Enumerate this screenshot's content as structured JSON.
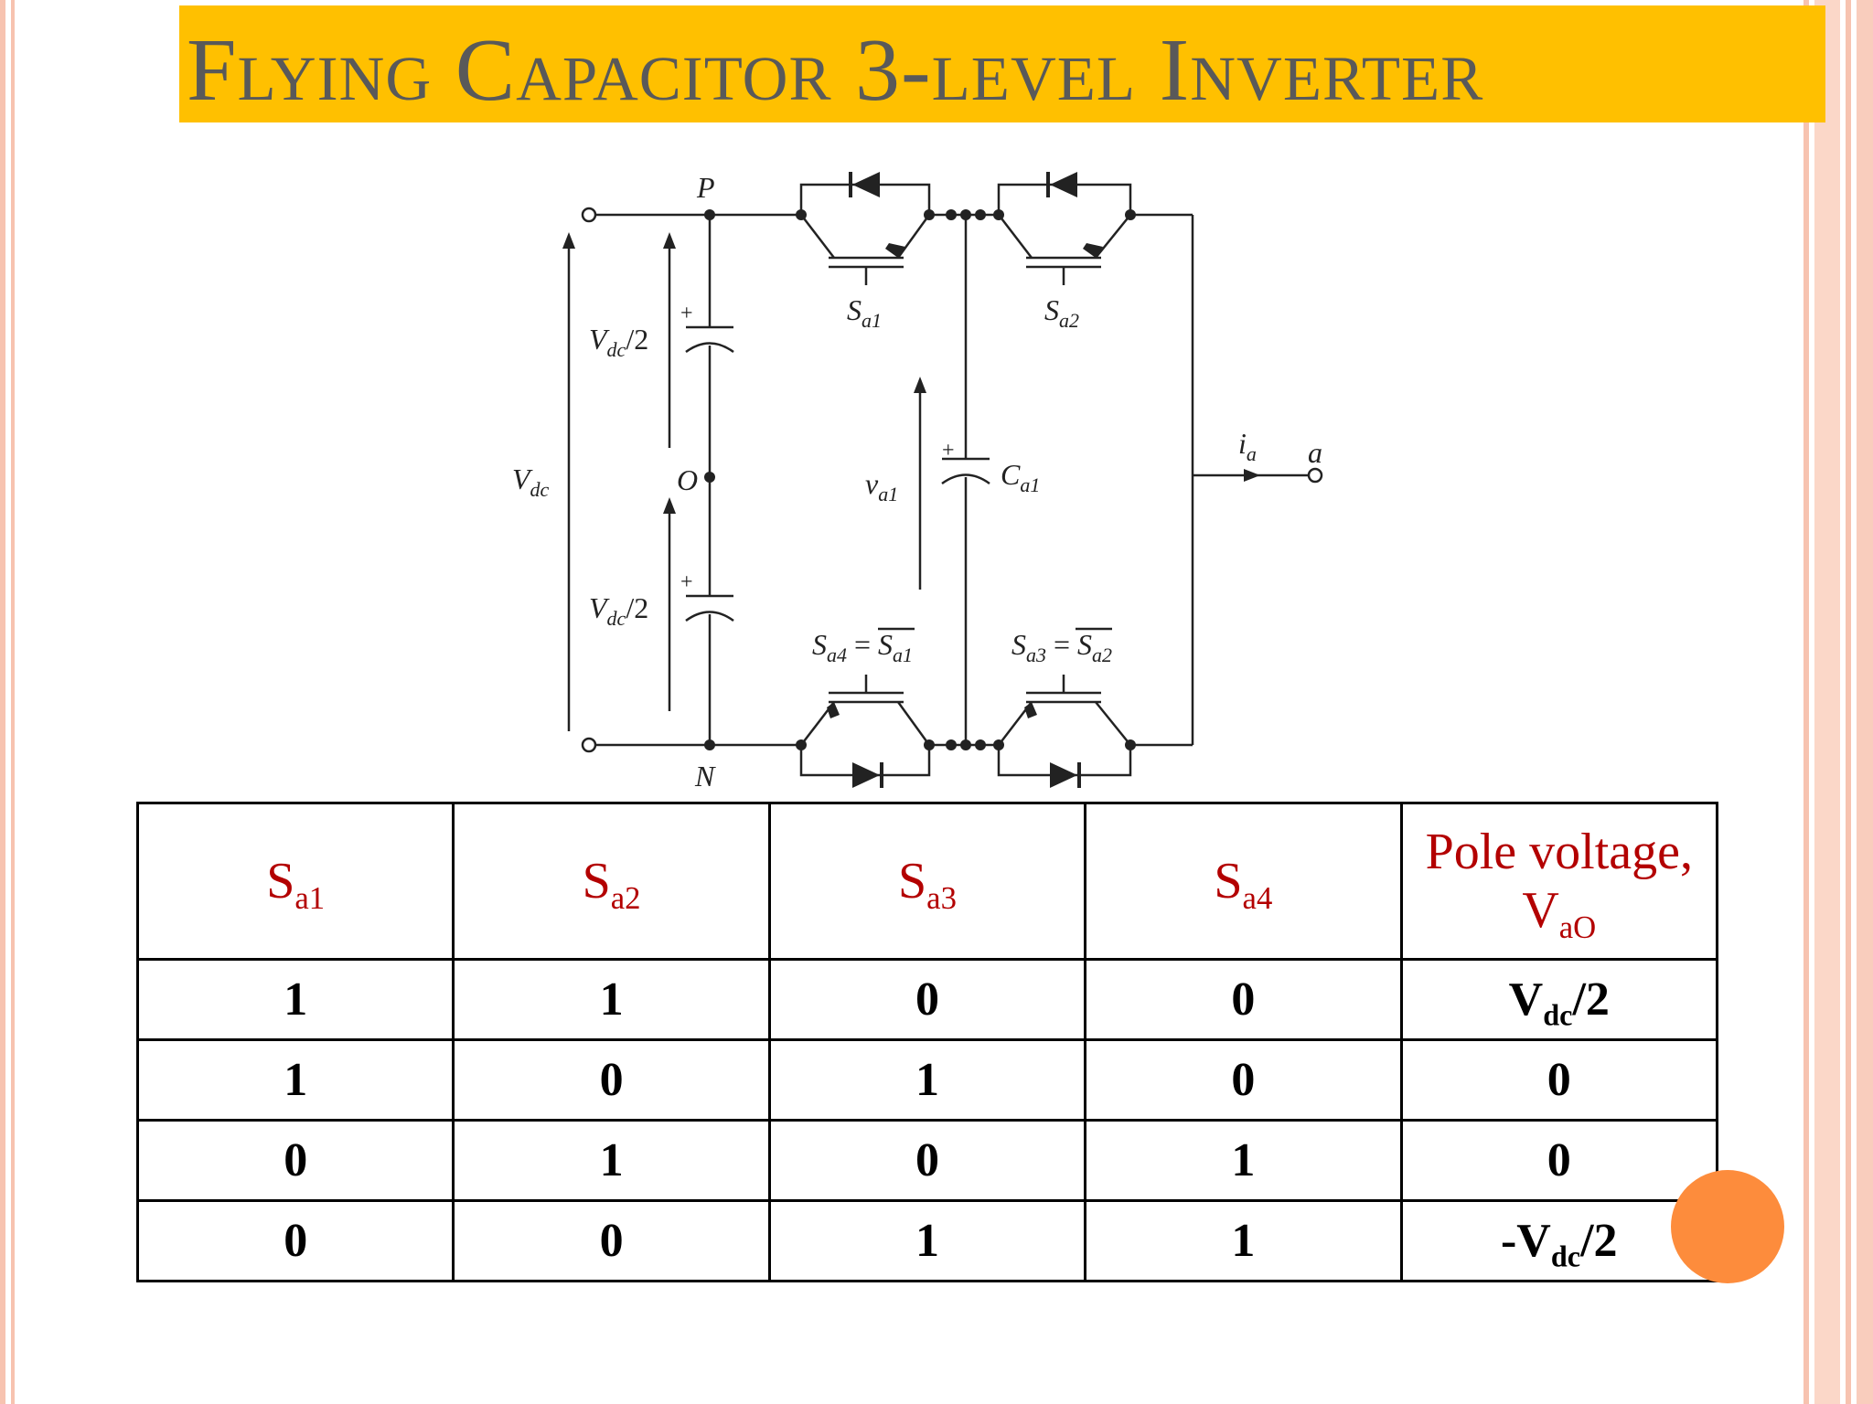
{
  "slide": {
    "title": "Flying Capacitor 3-level Inverter"
  },
  "circuit": {
    "node_p": "P",
    "node_n": "N",
    "node_o": "O",
    "vdc": "V",
    "vdc_sub": "dc",
    "half_top": "V",
    "half_top_sub": "dc",
    "half_top_tail": "/2",
    "half_bottom": "V",
    "half_bottom_sub": "dc",
    "half_bottom_tail": "/2",
    "plus": "+",
    "sa1": "S",
    "sa1_sub": "a1",
    "sa2": "S",
    "sa2_sub": "a2",
    "sa4_left": "S",
    "sa4_left_sub": "a4",
    "sa4_eq": " = ",
    "sa4_right": "S",
    "sa4_right_sub": "a1",
    "sa3_left": "S",
    "sa3_left_sub": "a3",
    "sa3_eq": " = ",
    "sa3_right": "S",
    "sa3_right_sub": "a2",
    "va1": "v",
    "va1_sub": "a1",
    "ca1": "C",
    "ca1_sub": "a1",
    "ia": "i",
    "ia_sub": "a",
    "out": "a"
  },
  "table": {
    "headers": [
      {
        "main": "S",
        "sub": "a1",
        "tail": ""
      },
      {
        "main": "S",
        "sub": "a2",
        "tail": ""
      },
      {
        "main": "S",
        "sub": "a3",
        "tail": ""
      },
      {
        "main": "S",
        "sub": "a4",
        "tail": ""
      },
      {
        "main": "Pole voltage, V",
        "sub": "aO",
        "tail": ""
      }
    ],
    "rows": [
      {
        "c": [
          "1",
          "1",
          "0",
          "0"
        ],
        "v": {
          "pre": "V",
          "sub": "dc",
          "tail": "/2"
        }
      },
      {
        "c": [
          "1",
          "0",
          "1",
          "0"
        ],
        "v": {
          "pre": "0",
          "sub": "",
          "tail": ""
        }
      },
      {
        "c": [
          "0",
          "1",
          "0",
          "1"
        ],
        "v": {
          "pre": "0",
          "sub": "",
          "tail": ""
        }
      },
      {
        "c": [
          "0",
          "0",
          "1",
          "1"
        ],
        "v": {
          "pre": "-V",
          "sub": "dc",
          "tail": "/2"
        }
      }
    ]
  }
}
